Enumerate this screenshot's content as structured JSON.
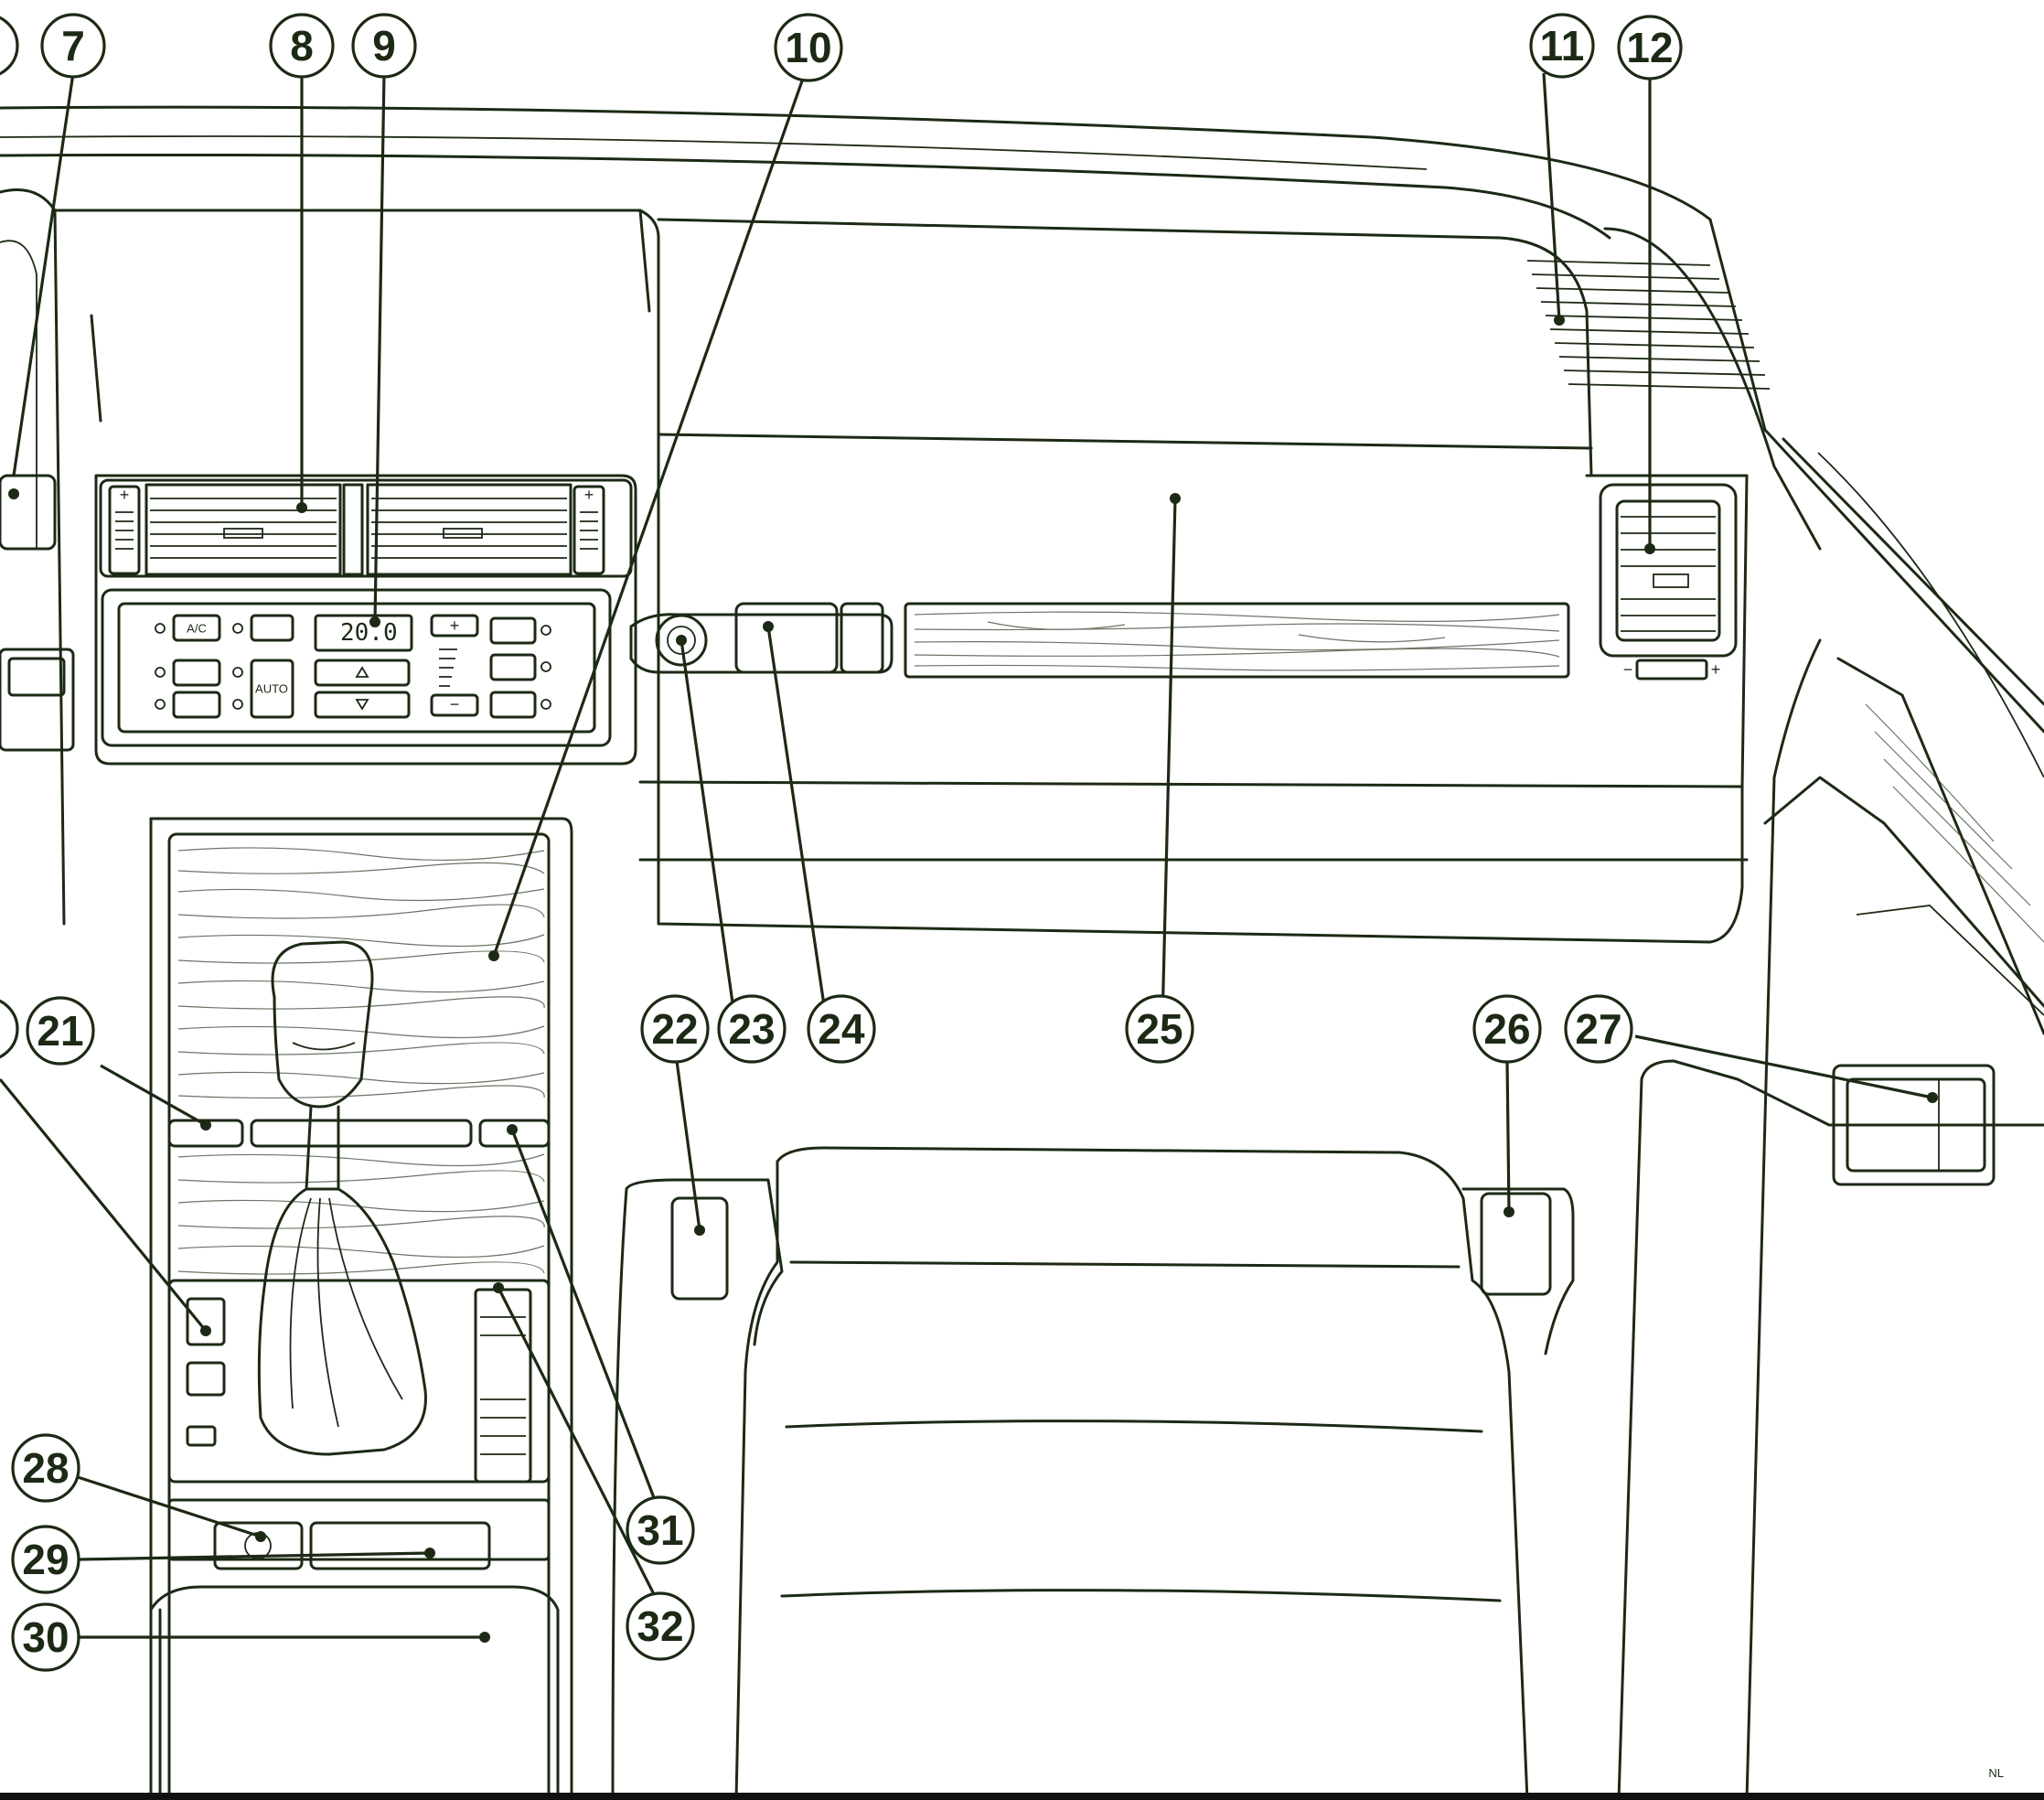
{
  "callouts": [
    {
      "n": "7"
    },
    {
      "n": "8"
    },
    {
      "n": "9"
    },
    {
      "n": "10"
    },
    {
      "n": "11"
    },
    {
      "n": "12"
    },
    {
      "n": "21"
    },
    {
      "n": "22"
    },
    {
      "n": "23"
    },
    {
      "n": "24"
    },
    {
      "n": "25"
    },
    {
      "n": "26"
    },
    {
      "n": "27"
    },
    {
      "n": "28"
    },
    {
      "n": "29"
    },
    {
      "n": "30"
    },
    {
      "n": "31"
    },
    {
      "n": "32"
    }
  ],
  "climate_panel": {
    "ac_label": "A/C",
    "auto_label": "AUTO",
    "temperature": "20.0",
    "plus": "+",
    "minus": "−"
  },
  "corner_mark": "NL"
}
